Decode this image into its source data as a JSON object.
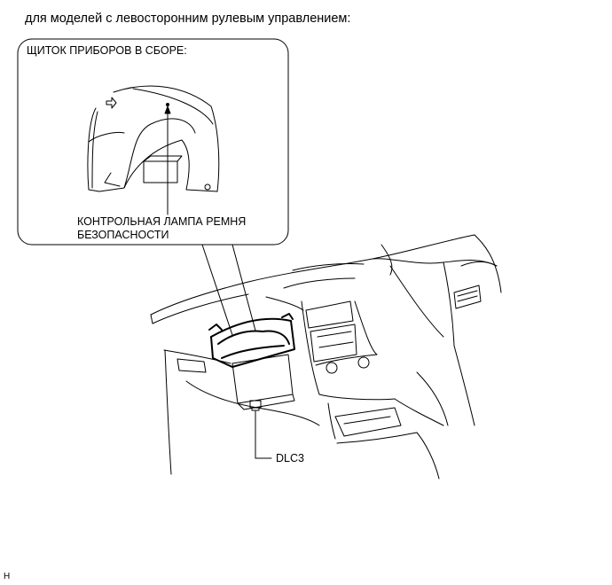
{
  "heading": "для моделей с левосторонним рулевым управлением:",
  "callout": {
    "title": "ЩИТОК ПРИБОРОВ В СБОРЕ:",
    "lamp_label_line1": "КОНТРОЛЬНАЯ ЛАМПА РЕМНЯ",
    "lamp_label_line2": "БЕЗОПАСНОСТИ"
  },
  "dlc_label": "DLC3",
  "corner_mark": "H"
}
